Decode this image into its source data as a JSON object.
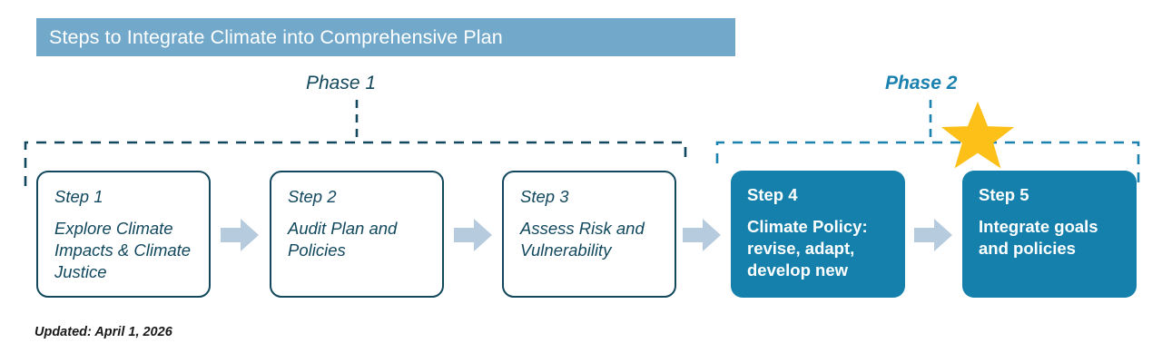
{
  "title": {
    "text": "Steps to Integrate Climate into Comprehensive Plan",
    "banner_color": "#72a9cb",
    "text_color": "#ffffff"
  },
  "phases": [
    {
      "label": "Phase 1",
      "color": "#13485c",
      "covers_steps": "Step 1 - Step 3"
    },
    {
      "label": "Phase 2",
      "color": "#1b82b0",
      "covers_steps": "Step 4 - Step 5"
    }
  ],
  "steps": [
    {
      "number": "Step 1",
      "description": "Explore Climate Impacts & Climate Justice",
      "style": "outline",
      "phase": "Phase 1"
    },
    {
      "number": "Step 2",
      "description": "Audit Plan and Policies",
      "style": "outline",
      "phase": "Phase 1"
    },
    {
      "number": "Step 3",
      "description": "Assess Risk and Vulnerability",
      "style": "outline",
      "phase": "Phase 1"
    },
    {
      "number": "Step 4",
      "description": "Climate Policy: revise, adapt, develop new",
      "style": "filled",
      "phase": "Phase 2"
    },
    {
      "number": "Step 5",
      "description": "Integrate goals and policies",
      "style": "filled",
      "phase": "Phase 2"
    }
  ],
  "arrows": {
    "icon": "arrow-right-icon",
    "color": "#b6cbdd",
    "count": 4
  },
  "star": {
    "icon": "star-icon",
    "color": "#fcc018",
    "marks": "Phase 2"
  },
  "footer": {
    "text": "Updated: April 1, 2026"
  },
  "colors": {
    "navy": "#12485d",
    "teal": "#1580ab",
    "banner_blue": "#72a9cb",
    "arrow_gray_blue": "#b6cbdd",
    "star_gold": "#fcc018"
  }
}
